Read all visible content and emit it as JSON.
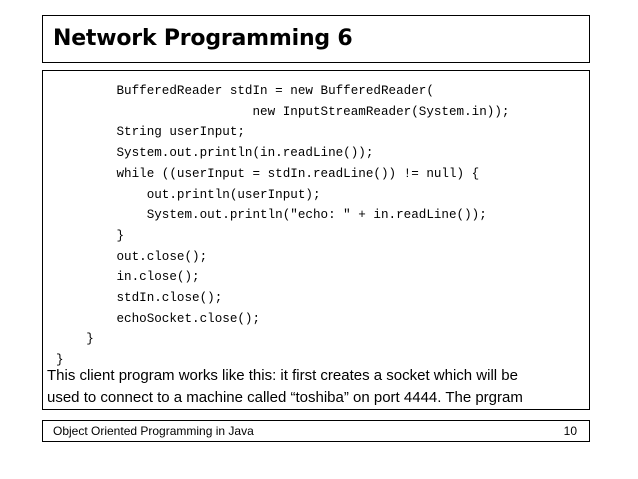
{
  "slide": {
    "title": "Network Programming 6",
    "code_lines": [
      "        BufferedReader stdIn = new BufferedReader(",
      "                          new InputStreamReader(System.in));",
      "        String userInput;",
      "        System.out.println(in.readLine());",
      "        while ((userInput = stdIn.readLine()) != null) {",
      "            out.println(userInput);",
      "            System.out.println(\"echo: \" + in.readLine());",
      "        }",
      "        out.close();",
      "        in.close();",
      "        stdIn.close();",
      "        echoSocket.close();",
      "    }",
      "}"
    ],
    "paragraph_lines": [
      "This client program works like this:  it first creates a socket which will be",
      "used to connect to a machine called “toshiba” on port 4444.  The prgram"
    ]
  },
  "footer": {
    "course": "Object Oriented Programming in Java",
    "page_number": "10"
  }
}
